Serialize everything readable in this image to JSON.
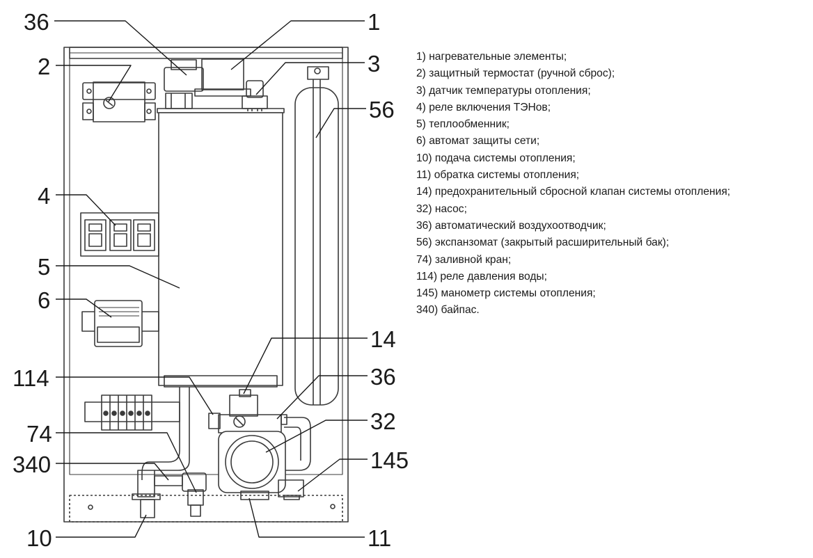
{
  "callouts": {
    "c36_top": "36",
    "c1": "1",
    "c2": "2",
    "c3": "3",
    "c56": "56",
    "c4": "4",
    "c5": "5",
    "c6": "6",
    "c14": "14",
    "c114": "114",
    "c36_bottom": "36",
    "c74": "74",
    "c32": "32",
    "c340": "340",
    "c145": "145",
    "c10": "10",
    "c11": "11"
  },
  "legend": [
    "1) нагревательные элементы;",
    "2) защитный термостат (ручной сброс);",
    "3) датчик температуры отопления;",
    "4) реле включения ТЭНов;",
    "5) теплообменник;",
    "6) автомат защиты сети;",
    "10) подача системы отопления;",
    "11) обратка системы отопления;",
    "14) предохранительный сбросной клапан системы отопления;",
    "32) насос;",
    "36) автоматический воздухоотводчик;",
    "56) экспанзомат (закрытый расширительный бак);",
    "74) заливной кран;",
    "114) реле давления воды;",
    "145) манометр системы отопления;",
    "340) байпас."
  ]
}
